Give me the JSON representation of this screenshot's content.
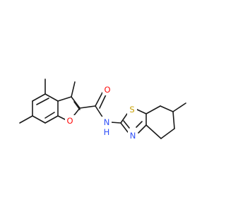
{
  "molecule": {
    "atoms": {
      "O_furan": {
        "symbol": "O",
        "color": "#ff0d0d"
      },
      "O_carbonyl": {
        "symbol": "O",
        "color": "#ff0d0d"
      },
      "N_amide": {
        "symbol": "N",
        "color": "#3050f8"
      },
      "H_amide": {
        "symbol": "H",
        "color": "#3050f8"
      },
      "S_thiazole": {
        "symbol": "S",
        "color": "#c8a000"
      },
      "N_thiazole": {
        "symbol": "N",
        "color": "#3050f8"
      }
    }
  }
}
